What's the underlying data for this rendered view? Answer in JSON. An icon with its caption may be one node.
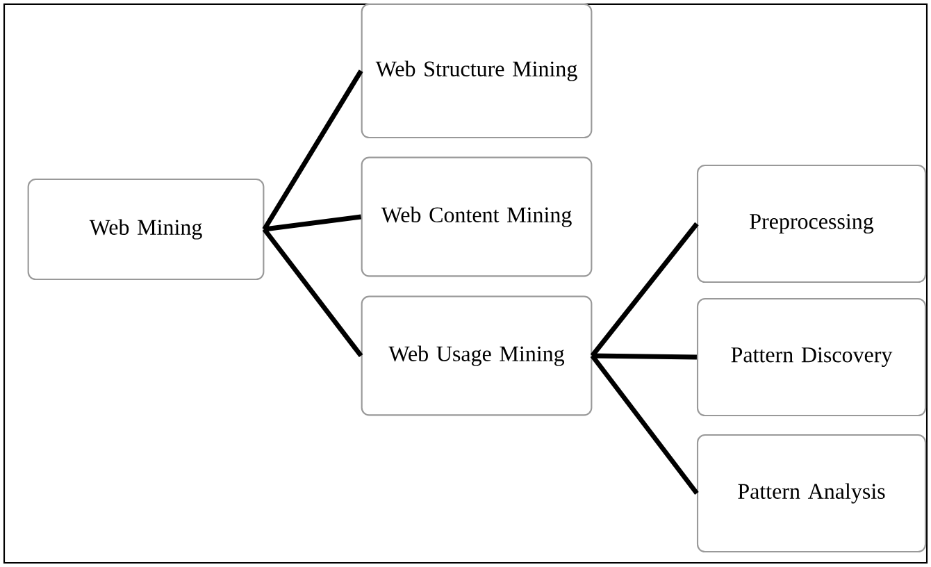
{
  "diagram": {
    "nodes": [
      {
        "text": [
          "Web Mining"
        ]
      },
      {
        "text": [
          "Web Structure Mining"
        ]
      },
      {
        "text": [
          "Web Content Mining"
        ]
      },
      {
        "text": [
          "Web Usage Mining"
        ]
      },
      {
        "text": [
          "Preprocessing"
        ]
      },
      {
        "text": [
          "Pattern Discovery"
        ]
      },
      {
        "text": [
          "Pattern Analysis"
        ]
      }
    ],
    "edges": [
      {
        "from": 0,
        "to": 1,
        "arrow": "none"
      },
      {
        "from": 0,
        "to": 2,
        "arrow": "none"
      },
      {
        "from": 0,
        "to": 3,
        "arrow": "none"
      },
      {
        "from": 3,
        "to": 4,
        "arrow": "none"
      },
      {
        "from": 3,
        "to": 5,
        "arrow": "none"
      },
      {
        "from": 3,
        "to": 6,
        "arrow": "none"
      }
    ]
  }
}
